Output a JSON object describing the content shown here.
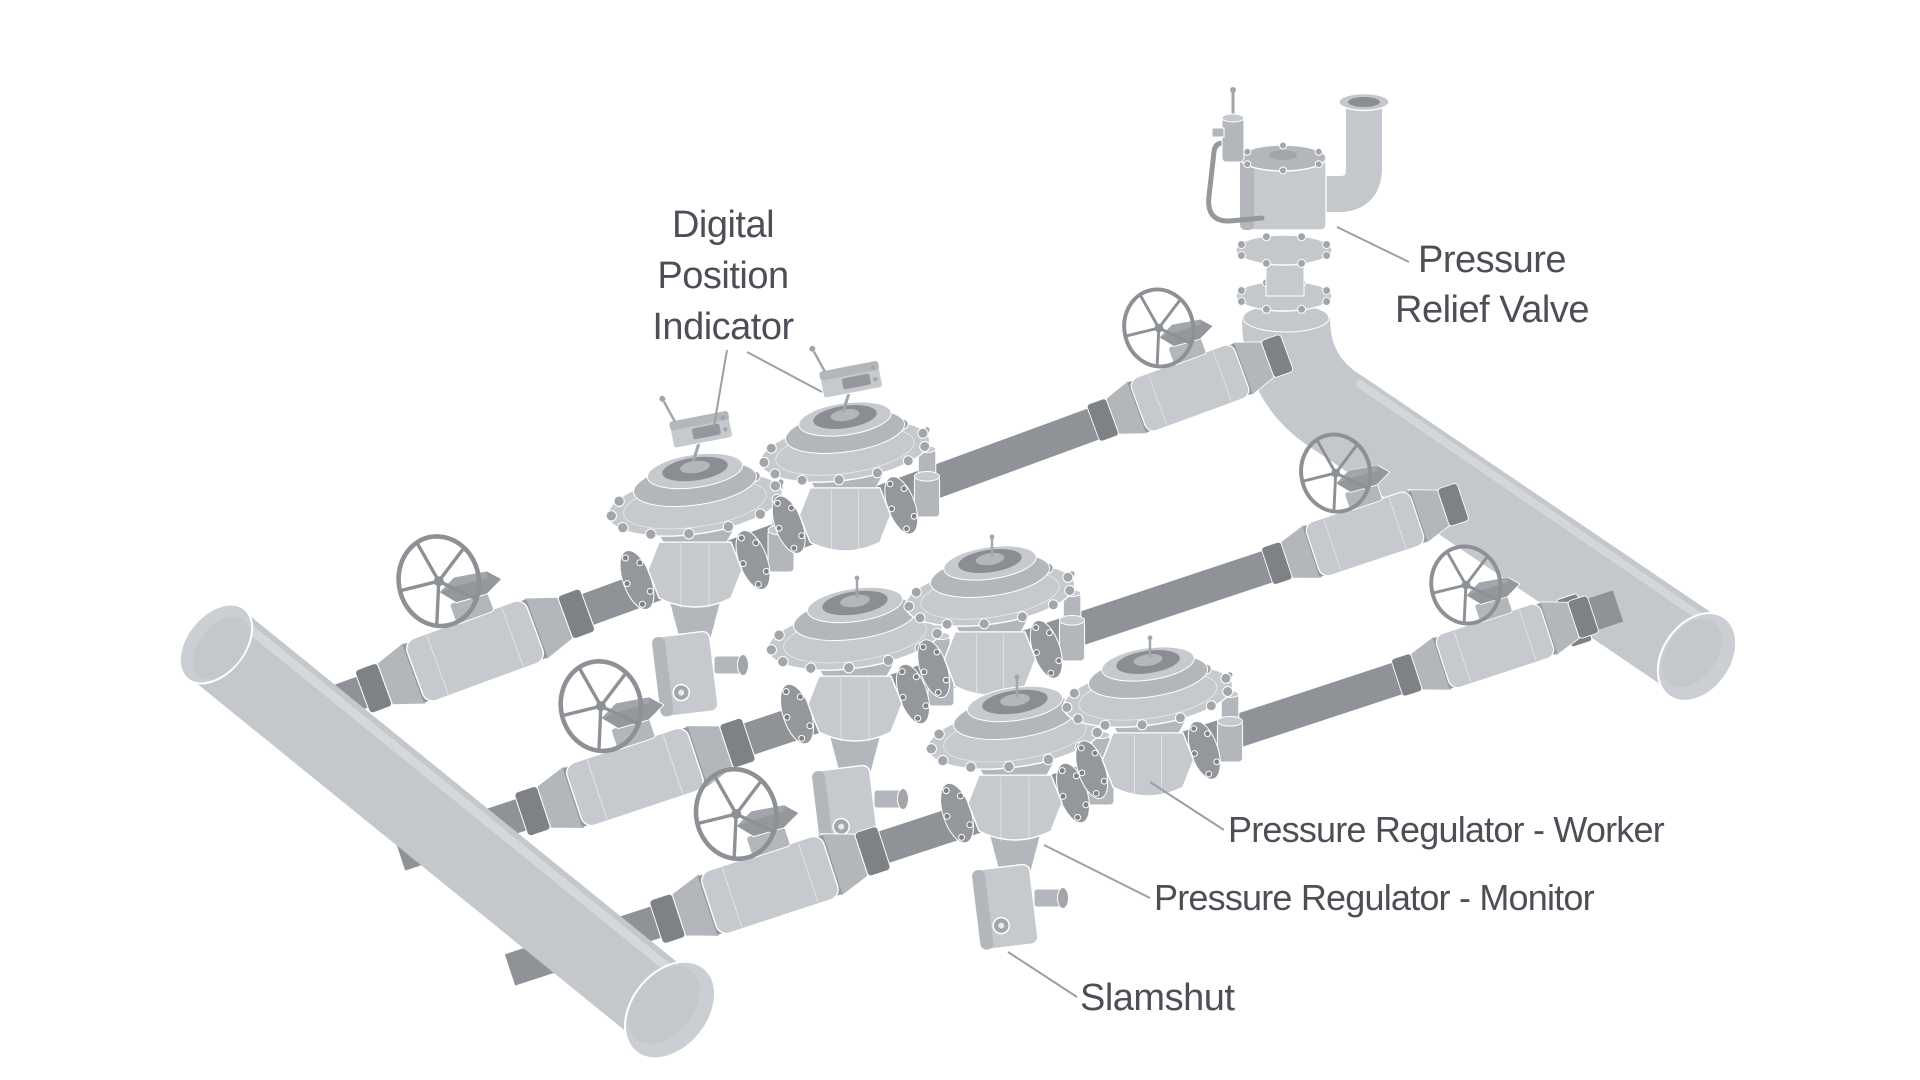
{
  "labels": {
    "digital_position_indicator_line1": "Digital",
    "digital_position_indicator_line2": "Position",
    "digital_position_indicator_line3": "Indicator",
    "pressure_relief_valve_line1": "Pressure",
    "pressure_relief_valve_line2": "Relief Valve",
    "pressure_regulator_worker": "Pressure Regulator - Worker",
    "pressure_regulator_monitor": "Pressure Regulator - Monitor",
    "slamshut": "Slamshut"
  },
  "colors": {
    "background": "#ffffff",
    "text": "#4c5056",
    "leader_line": "#9ba0a5",
    "component_light": "#c6c9cd",
    "component_mid": "#b3b7bb",
    "component_shade": "#a2a6aa",
    "component_deep": "#94989c",
    "component_dark": "#8a8e93",
    "collar_dark": "#7e8286",
    "pipe_run": "#8f9397",
    "pipe_header": "#c4c7cb",
    "pipe_highlight": "#d6d9dc",
    "cap_light": "#cbced2",
    "wheel_stroke": "#8d9196",
    "outline_white": "#ffffff"
  }
}
